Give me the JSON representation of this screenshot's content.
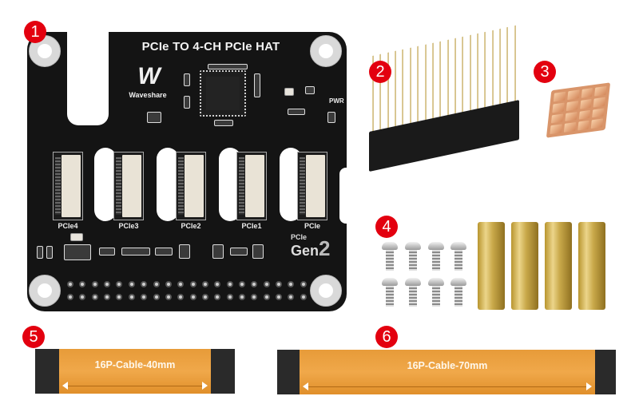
{
  "badges": [
    {
      "number": "1",
      "item": "PCIe TO 4-CH PCIe HAT board"
    },
    {
      "number": "2",
      "item": "2x20 pin header"
    },
    {
      "number": "3",
      "item": "copper heatsink"
    },
    {
      "number": "4",
      "item": "screws and copper standoffs"
    },
    {
      "number": "5",
      "item": "16P cable 40mm"
    },
    {
      "number": "6",
      "item": "16P cable 70mm"
    }
  ],
  "board": {
    "title": "PCIe TO 4-CH PCIe HAT",
    "brand_logo": "W",
    "brand_name": "Waveshare",
    "pwr_label": "PWR",
    "connectors": [
      "PCIe4",
      "PCIe3",
      "PCIe2",
      "PCIe1",
      "PCIe"
    ],
    "gen_badge": {
      "top": "PCIe",
      "main": "Gen",
      "number": "2"
    }
  },
  "cables": [
    {
      "label": "16P-Cable-40mm"
    },
    {
      "label": "16P-Cable-70mm"
    }
  ],
  "colors": {
    "badge_red": "#e3000f",
    "board_black": "#141414",
    "cable_orange": "#eea040",
    "brass": "#d4b45a",
    "copper": "#e2a077"
  }
}
